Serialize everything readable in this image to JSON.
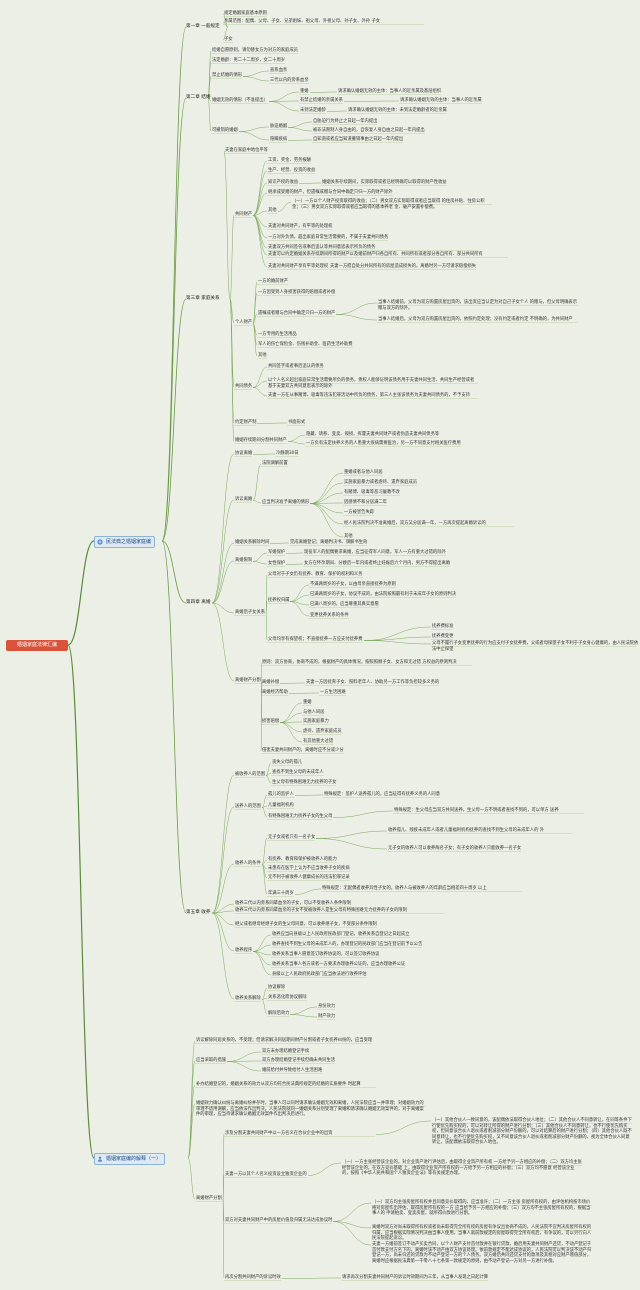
{
  "title": "婚姻家庭法律汇编",
  "main_nodes": [
    "民法典之婚姻家庭编",
    "婚姻家庭编的解释（一）"
  ],
  "chapters": [
    "第一章 一般规定",
    "第二章 结婚",
    "第三章 家庭关系",
    "第四章 离婚",
    "第五章 收养"
  ],
  "texts": {
    "n01": "规定婚姻家庭基本原则",
    "n02": "亲属范围：配偶、父母、子女、兄弟姐妹、祖父母、外祖父母、孙子女、外孙\n子女",
    "n03": "子女",
    "n04": "结婚自愿原则，请勿替女方为对方的家庭成员",
    "n05": "法定婚龄：男二十二周岁，女二十周岁",
    "n06": "禁止结婚的情形",
    "n07": "直系血亲",
    "n08": "三代以内的旁系血亲",
    "n09": "婚姻无效的情形（不准提出）",
    "n10": "重婚",
    "n11": "请求确认婚姻无效的主体：当事人的近亲属及基层组织",
    "n12": "有禁止结婚的亲属关系",
    "n13": "请求确认婚姻无效的主体：当事人的近亲属",
    "n14": "未到法定婚龄",
    "n15": "请求确认婚姻无效的主体：未到法定婚龄者的近亲属",
    "n16": "可撤销的婚姻",
    "n17": "胁迫婚姻",
    "n18": "自胁迫行为终止之日起一年内提出",
    "n19": "被非法限制人身自由的，自恢复人身自由之日起一年内提出",
    "n20": "隐瞒疾病",
    "n21": "自知道或者应当知道撤销事由之日起一年内提出",
    "n22": "夫妻在家庭中地位平等",
    "n23": "共同财产",
    "n24": "工资、奖金、劳务报酬",
    "n25": "生产、经营、投资的收益",
    "n26": "知识产权的收益",
    "n27": "婚姻关系存续期间，实际取得或者已经明确可以取得的财产性收益",
    "n28": "继承或受赠的财产，但遗嘱或赠与合同中确定只归一方的财产除外",
    "n29": "其他",
    "n30": "（一）一方以个人财产投资取得的收益；（二）男女双方实际取得或者应当取得\n的住房补贴、住房公积金；（三）男女双方实际取得或者应当取得的基本养老\n金、破产安置补偿费。",
    "n31": "夫妻对共同财产，有平等的处理权",
    "n32": "一方对外负债，超出家庭日常生活需要的，不属于夫妻共同债务",
    "n33": "夫妻双方共同签名或事后追认等共同意思表示所负的债务",
    "n34": "夫妻可以约定婚姻关系存续期间所得的财产以及婚前财产归各自所有、共同所有或者部分各自所有、部分共同所有",
    "n35": "夫妻对共同财产享有平等处理权",
    "n36": "夫妻一方擅自处分共同所有的房屋造成损失的，离婚时另一方可请求赔偿损失",
    "n37": "个人财产",
    "n38": "一方的婚前财产",
    "n39": "一方因受到人身损害获得的赔偿或者补偿",
    "n40": "遗嘱或者赠与合同中确定只归一方的财产",
    "n41": "当事人结婚前，父母为双方购置房屋出资的，该出资应当认定为对自己子女个人\n的赠与，但父母明确表示赠与双方的除外。",
    "n42": "当事人结婚后，父母为双方购置房屋出资的，依照约定处理；没有约定或者约定\n不明确的，为共同财产",
    "n43": "一方专用的生活用品",
    "n44": "军人的伤亡保险金、伤残补助金、医药生活补助费",
    "n45": "其他",
    "n46": "共同债务",
    "n47": "共同签字或者事后追认的债务",
    "n48": "以个人名义超出家庭日常生活需要所负的债务，债权人能够证明该债务用于夫妻共同生活、共同生产经营或者基于夫妻双方共同意思表示的除外",
    "n49": "夫妻一方在从事赌博、吸毒等违法犯罪活动中所负的债务，第三人主张该债务为夫妻共同债务的，不予支持",
    "n50": "约定财产制",
    "n51": "书面形式",
    "n52": "婚姻存续期间分割共同财产",
    "n53": "隐藏、转移、变卖、毁损、挥霍夫妻共同财产或者伪造夫妻共同债务等",
    "n54": "一方负有法定扶养义务的人患重大疾病需要医治，另一方不同意支付相关医疗费用",
    "n55": "协议离婚",
    "n56": "冷静期30日",
    "n57": "诉讼离婚",
    "n58": "法院调解前置",
    "n59": "应当判决准予离婚的情形",
    "n60": "重婚或者与他人同居",
    "n61": "实施家庭暴力或者虐待、遗弃家庭成员",
    "n62": "有赌博、吸毒等恶习屡教不改",
    "n63": "因感情不和分居满二年",
    "n64": "一方被宣告失踪",
    "n65": "经人民法院判决不准离婚后，双方又分居满一年，一方再次提起离婚诉讼的",
    "n66": "其他",
    "n67": "婚姻关系解除时间",
    "n68": "完成离婚登记；离婚判决书、调解书生效",
    "n69": "离婚限制",
    "n70": "军婚保护",
    "n71": "现役军人的配偶要求离婚，应当征得军人同意，军人一方有重大过错的除外",
    "n72": "女性保护",
    "n73": "女方在怀孕期间、分娩后一年内或者终止妊娠后六个月内，男方不得提出离婚",
    "n74": "离婚后子女关系",
    "n75": "父母对于子女仍有抚养、教育、保护的权利和义务",
    "n76": "抚养权归属",
    "n77": "不满两周岁的子女，以由母亲直接抚养为原则",
    "n78": "已满两周岁的子女，协议不成的，由法院按照最有利于未成年子女的原则判决",
    "n79": "已满八周岁的，应当尊重其真实意愿",
    "n80": "变更抚养关系的条件",
    "n81": "父母均享有探望权；不直接抚养一方应支付抚养费",
    "n82": "抚养费标准",
    "n83": "抚养费变更",
    "n84": "父母不履行子女变更抚养的行为应支付子女抚养费，父或者母探望子女不利于子女身心健康的，由人民法院依法中止探望",
    "n85": "离婚财产分割",
    "n86": "原则：双方协商，协商不成的，根据财产的具体情况，按照照顾子女、女方和无过错\n方权益的原则判决",
    "n87": "离婚补偿",
    "n88": "夫妻一方因抚育子女、照料老年人、协助另一方工作等负担较多义务的",
    "n89": "离婚经济帮助",
    "n90": "一方生活困难",
    "n91": "损害赔偿",
    "n92": "重婚",
    "n93": "与他人同居",
    "n94": "实施家庭暴力",
    "n95": "虐待、遗弃家庭成员",
    "n96": "有其他重大过错",
    "n97": "侵害夫妻共同财产的，离婚时应不分或少分",
    "n98": "被收养人的范围",
    "n99": "丧失父母的孤儿",
    "n100": "查找不到生父母的未成年人",
    "n101": "生父母有特殊困难无力抚养的子女",
    "n102": "送养人的范围",
    "n103": "孤儿的监护人",
    "n104": "特殊规定：监护人送养孤儿的，应当征得有抚养义务的人同意",
    "n105": "儿童福利机构",
    "n106": "有特殊困难无力抚养子女的生父母",
    "n107": "特殊规定：生父母应当双方共同送养。生父母一方不明或者查找不到的，可以单方\n送养",
    "n108": "收养人的条件",
    "n109": "无子女或者只有一名子女",
    "n110": "收养孤儿、残疾未成年人或者儿童福利机构抚养的查找不到生父母的未成年人的\n外",
    "n111": "无子女的收养人可以收养两名子女；有子女的收养人只能收养一名子女",
    "n112": "有抚养、教育和保护被收养人的能力",
    "n113": "未患有在医学上认为不应当收养子女的疾病",
    "n114": "无不利于被收养人健康成长的违法犯罪记录",
    "n115": "年满三十周岁",
    "n116": "特殊规定：无配偶者收养异性子女的，收养人与被收养人的年龄应当相差四十周岁\n以上",
    "n117": "收养三代以内旁系同辈血亲的子女，可以不受收养人条件限制",
    "n118": "收养三代以内旁系同辈血亲的子女不受被收养人是生父母有特殊困难无力抚养的子女的限制",
    "n119": "继父或者继母经继子女的生父母同意，可以收养继子女，不受部分条件限制",
    "n120": "收养程序",
    "n121": "收养应当向县级以上人民政府民政部门登记，收养关系自登记之日起成立",
    "n122": "收养查找不到生父母的未成年人的，办理登记的民政部门应当在登记前予以公告",
    "n123": "收养关系当事人愿意签订收养协议的，可以签订收养协议",
    "n124": "收养关系当事人各方或者一方要求办理收养公证的，应当办理收养公证",
    "n125": "县级以上人民政府民政部门应当依法进行收养评估",
    "n126": "收养关系解除",
    "n127": "协议解除",
    "n128": "关系恶化而协议解除",
    "n129": "解除后效力",
    "n130": "身份效力",
    "n131": "财产效力",
    "n132": "诉讼解除同居关系的，不受理；但请求解决同居期间财产分割或者子女抚养纠纷的，应当受理",
    "n133": "应当采取的措施",
    "n134": "双方未办理结婚登记手续",
    "n135": "双方办理结婚登记手续但确未共同生活",
    "n136": "婚前给付并导致给付人生活困难",
    "n137": "补办结婚登记的，婚姻关系的效力从双方均符合民法典所规定的结婚的实质要件\n时起算",
    "n138": "婚姻效力确认纠纷与离婚纠纷并存时，当事人可以同时请求确认婚姻无效和离婚，人民法院应当一并审理；对婚姻效力的审理不适用调解，应当依法作出判决。人民法院就同一婚姻关系分别受理了离婚和请求确认婚姻无效案件的，对于离婚案件的审理，应当待请求确认婚姻无效案件作出判决后进行。",
    "n139": "离婚财产分割",
    "n140": "涉及分割夫妻共同财产中以一方名义在合伙企业中的出资",
    "n141": "（一）其他合伙人一致同意的，该配偶依法取得合伙人地位；（二）其他合伙人不同意转让，在同等条件下行使优先购买权的，可以对转让所得的财产进行分割；（三）其他合伙人不同意转让，也不行使优先购买权，但同意该合伙人退伙或者削减部分财产份额的，可以对结算后的财产进行分割；（四）其他合伙人既不同意转让，也不行使优先购买权，又不同意该合伙人退伙或者削减部分财产份额的，视为全体合伙人同意转让，该配偶依法取得合伙人地位。",
    "n142": "夫妻一方以其个人名义投资设立独资企业的",
    "n143": "（一）一方主张经营该企业的，对企业资产进行评估后，由取得企业资产所有权\n一方给予另一方相应的补偿；（二）双方均主张经营该企业的，在双方竞价基础\n上，由取得企业资产所有权的一方给予另一方相应的补偿；（三）双方均不愿意\n经营该企业的，按照《中华人民共和国个人独资企业法》等有关规定办理。",
    "n144": "双方对夫妻共同财产中的房屋价值及归属无法达成协议时",
    "n145": "（一）双方均主张房屋所有权并且同意竞价取得的，应当准许；（二）一方主张\n房屋所有权的，由评估机构按市场价格对房屋作出评估，取得房屋所有权的一方\n应当给予另一方相应的补偿；（三）双方均不主张房屋所有权的，根据当事人的\n申请拍卖、变卖房屋，就所得价款进行分割。",
    "n146": "离婚时双方对尚未取得所有权或者尚未取得完全所有权的房屋有争议且协商不成的，人民法院不宜判决房屋所有权的归属，应当根据实际情况判决由当事人使用。当事人就前款规定的房屋取得完全所有权后，有争议的，可以另行向人民法院提起诉讼。",
    "n147": "夫妻一方婚前签订不动产买卖合同，以个人财产支付首付款并在银行贷款，婚后用夫妻共同财产还贷，不动产登记于首付款支付方名下的，离婚时该不动产由双方协议处理。依前款规定不能达成协议的，人民法院可以判决该不动产归登记一方，尚未归还的贷款为不动产登记一方的个人债务。双方婚后共同还贷支付的款项及其相对应财产增值部分，离婚时应根据民法典第一千零八十七条第一款规定的原则，由不动产登记一方对另一方进行补偿。",
    "n148": "再次分割共同财产的诉讼时效",
    "n149": "请求再次分割夫妻共同财产的诉讼时效期间为三年，从当事人发现之日起计算"
  }
}
